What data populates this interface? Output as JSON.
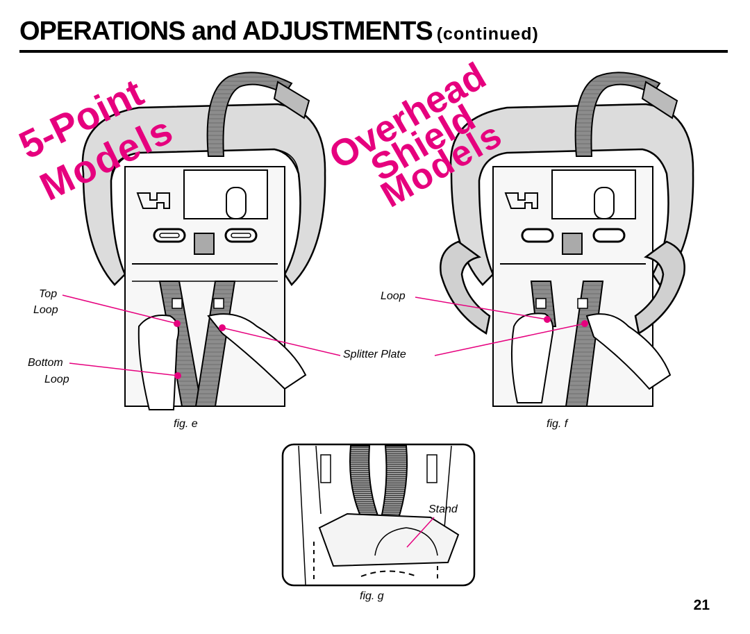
{
  "header": {
    "title": "OPERATIONS and ADJUSTMENTS",
    "title_suffix": "(continued)"
  },
  "watermarks": {
    "five_point_line1": "5-Point",
    "five_point_line2": "Models",
    "overhead_line1": "Overhead",
    "overhead_line2": "Shield",
    "overhead_line3": "Models"
  },
  "figures": {
    "fig_e": {
      "caption": "fig. e",
      "callouts": {
        "top_loop_1": "Top",
        "top_loop_2": "Loop",
        "bottom_loop_1": "Bottom",
        "bottom_loop_2": "Loop"
      }
    },
    "fig_f": {
      "caption": "fig. f",
      "callouts": {
        "loop": "Loop",
        "splitter_plate": "Splitter Plate"
      }
    },
    "fig_g": {
      "caption": "fig. g",
      "callouts": {
        "stand": "Stand"
      }
    }
  },
  "footer": {
    "page_number": "21"
  },
  "colors": {
    "accent": "#e6007e",
    "ink": "#000000",
    "shell": "#d9d9d9",
    "strap": "#8c8c8c"
  }
}
